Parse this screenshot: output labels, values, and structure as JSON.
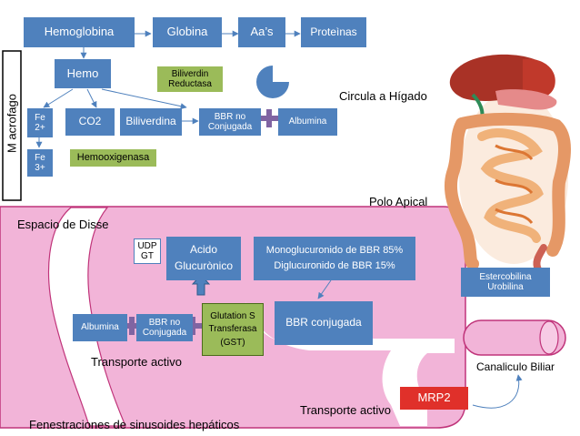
{
  "colors": {
    "box_blue": "#4f81bd",
    "box_green": "#9bbb59",
    "box_red": "#e0302a",
    "vessel_pink": "#f2b4d8",
    "vessel_border": "#c0347a",
    "plus": "#8064a2",
    "arrow": "#4f81bd"
  },
  "top_row": {
    "hemoglobina": "Hemoglobina",
    "globina": "Globina",
    "aas": "Aa’s",
    "proteinas": "Proteìnas"
  },
  "macrofago_label": "M acrofago",
  "hemo": "Hemo",
  "biliverdin_reductasa": {
    "line1": "Biliverdin",
    "line2": "Reductasa"
  },
  "circula": "Circula a Hígado",
  "row2": {
    "fe2": {
      "line1": "Fe",
      "line2": "2+"
    },
    "co2": "CO2",
    "biliverdina": "Biliverdina",
    "bbr_no_conjugada": {
      "line1": "BBR no",
      "line2": "Conjugada"
    },
    "albumina": "Albumina"
  },
  "fe3": {
    "line1": "Fe",
    "line2": "3+"
  },
  "hemooxigenasa": "Hemooxigenasa",
  "polo_apical": "Polo Apical",
  "espacio_disse": "Espacio de Disse",
  "udp_gt": {
    "line1": "UDP",
    "line2": "GT"
  },
  "acido_glucuronico": {
    "line1": "Acido",
    "line2": "Glucurònico"
  },
  "mono_di": {
    "line1": "Monoglucuronido de BBR 85%",
    "line2": "Diglucuronido de BBR 15%"
  },
  "estercobilina": {
    "line1": "Estercobilina",
    "line2": "Urobilina"
  },
  "albumina_low": "Albumina",
  "bbr_no_conjugada_low": {
    "line1": "BBR no",
    "line2": "Conjugada"
  },
  "gst": {
    "line1": "Glutation S",
    "line2": "Transferasa",
    "line3": "(GST)"
  },
  "bbr_conjugada": "BBR conjugada",
  "transporte_activo_1": "Transporte activo",
  "canaliculo": "Canaliculo Biliar",
  "mrp2": "MRP2",
  "transporte_activo_2": "Transporte activo",
  "fenestraciones": "Fenestraciones de sinusoides hepáticos"
}
